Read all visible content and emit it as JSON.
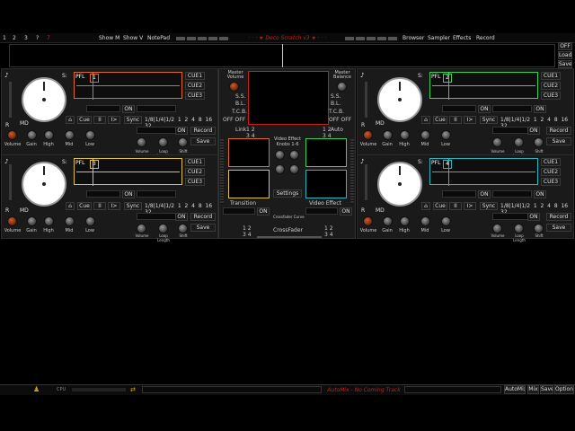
{
  "app": {
    "title": "· · · ★ Deco Scratch v3 ★ · · ·",
    "footer_title": "AutoMix - No Coming Track",
    "cpu_label": "CPU"
  },
  "colors": {
    "deck1": "#e06a2a",
    "deck2": "#3ad05a",
    "deck3": "#e0c23a",
    "deck4": "#2ab5c0",
    "accent_red": "#c81e1e"
  },
  "top_tabs": [
    "1",
    "2",
    "3",
    "?",
    "7"
  ],
  "menu": {
    "show_m": "Show M",
    "show_v": "Show V",
    "notepad": "NotePad",
    "browser": "Browser",
    "sampler": "Sampler",
    "effects": "Effects",
    "record": "Record"
  },
  "window_buttons": {
    "off": "OFF",
    "load": "Load",
    "save": "Save"
  },
  "deck_common": {
    "s_label": "S:",
    "md_label": "MD",
    "r_label": "R",
    "cue1": "CUE1",
    "cue2": "CUE2",
    "cue3": "CUE3",
    "on": "ON",
    "cue_btn": "Cue",
    "pause_btn": "II",
    "play_btn": "I>",
    "sync_btn": "Sync",
    "loops": [
      "1/8",
      "1/4",
      "1/2",
      "1",
      "2",
      "4",
      "8",
      "16",
      "32"
    ],
    "record_btn": "Record",
    "save_btn": "Save",
    "knobs": [
      "Volume",
      "Gain",
      "High",
      "Mid",
      "Low"
    ],
    "fx_knobs": [
      "Volume",
      "Loop Length",
      "Shift"
    ]
  },
  "decks": [
    {
      "id": 1,
      "pfl": "PFL",
      "number": "1"
    },
    {
      "id": 2,
      "pfl": "PFL",
      "number": "2"
    },
    {
      "id": 3,
      "pfl": "PFL",
      "number": "3"
    },
    {
      "id": 4,
      "pfl": "PFL",
      "number": "4"
    }
  ],
  "center": {
    "master_volume": "Master Volume",
    "master_balance": "Master Balance",
    "ss": "S.S.",
    "bl": "B.L.",
    "tcb": "T.C.B.",
    "off_off": "OFF OFF",
    "link": "Link",
    "link_nums": "1 2",
    "link_nums2": "3 4",
    "auto": "Auto",
    "video_effect_knobs": "Video Effect Knobs 1-6",
    "settings": "Settings",
    "transition": "Transition",
    "video_effect": "Video Effect",
    "on": "ON",
    "crossfader": "CrossFader",
    "crossfader_curve": "Crossfader Curve",
    "nums12": "1 2",
    "nums34": "3 4"
  },
  "bottom": {
    "automix": "AutoMix",
    "mix": "Mix",
    "save": "Save",
    "options": "Options"
  }
}
